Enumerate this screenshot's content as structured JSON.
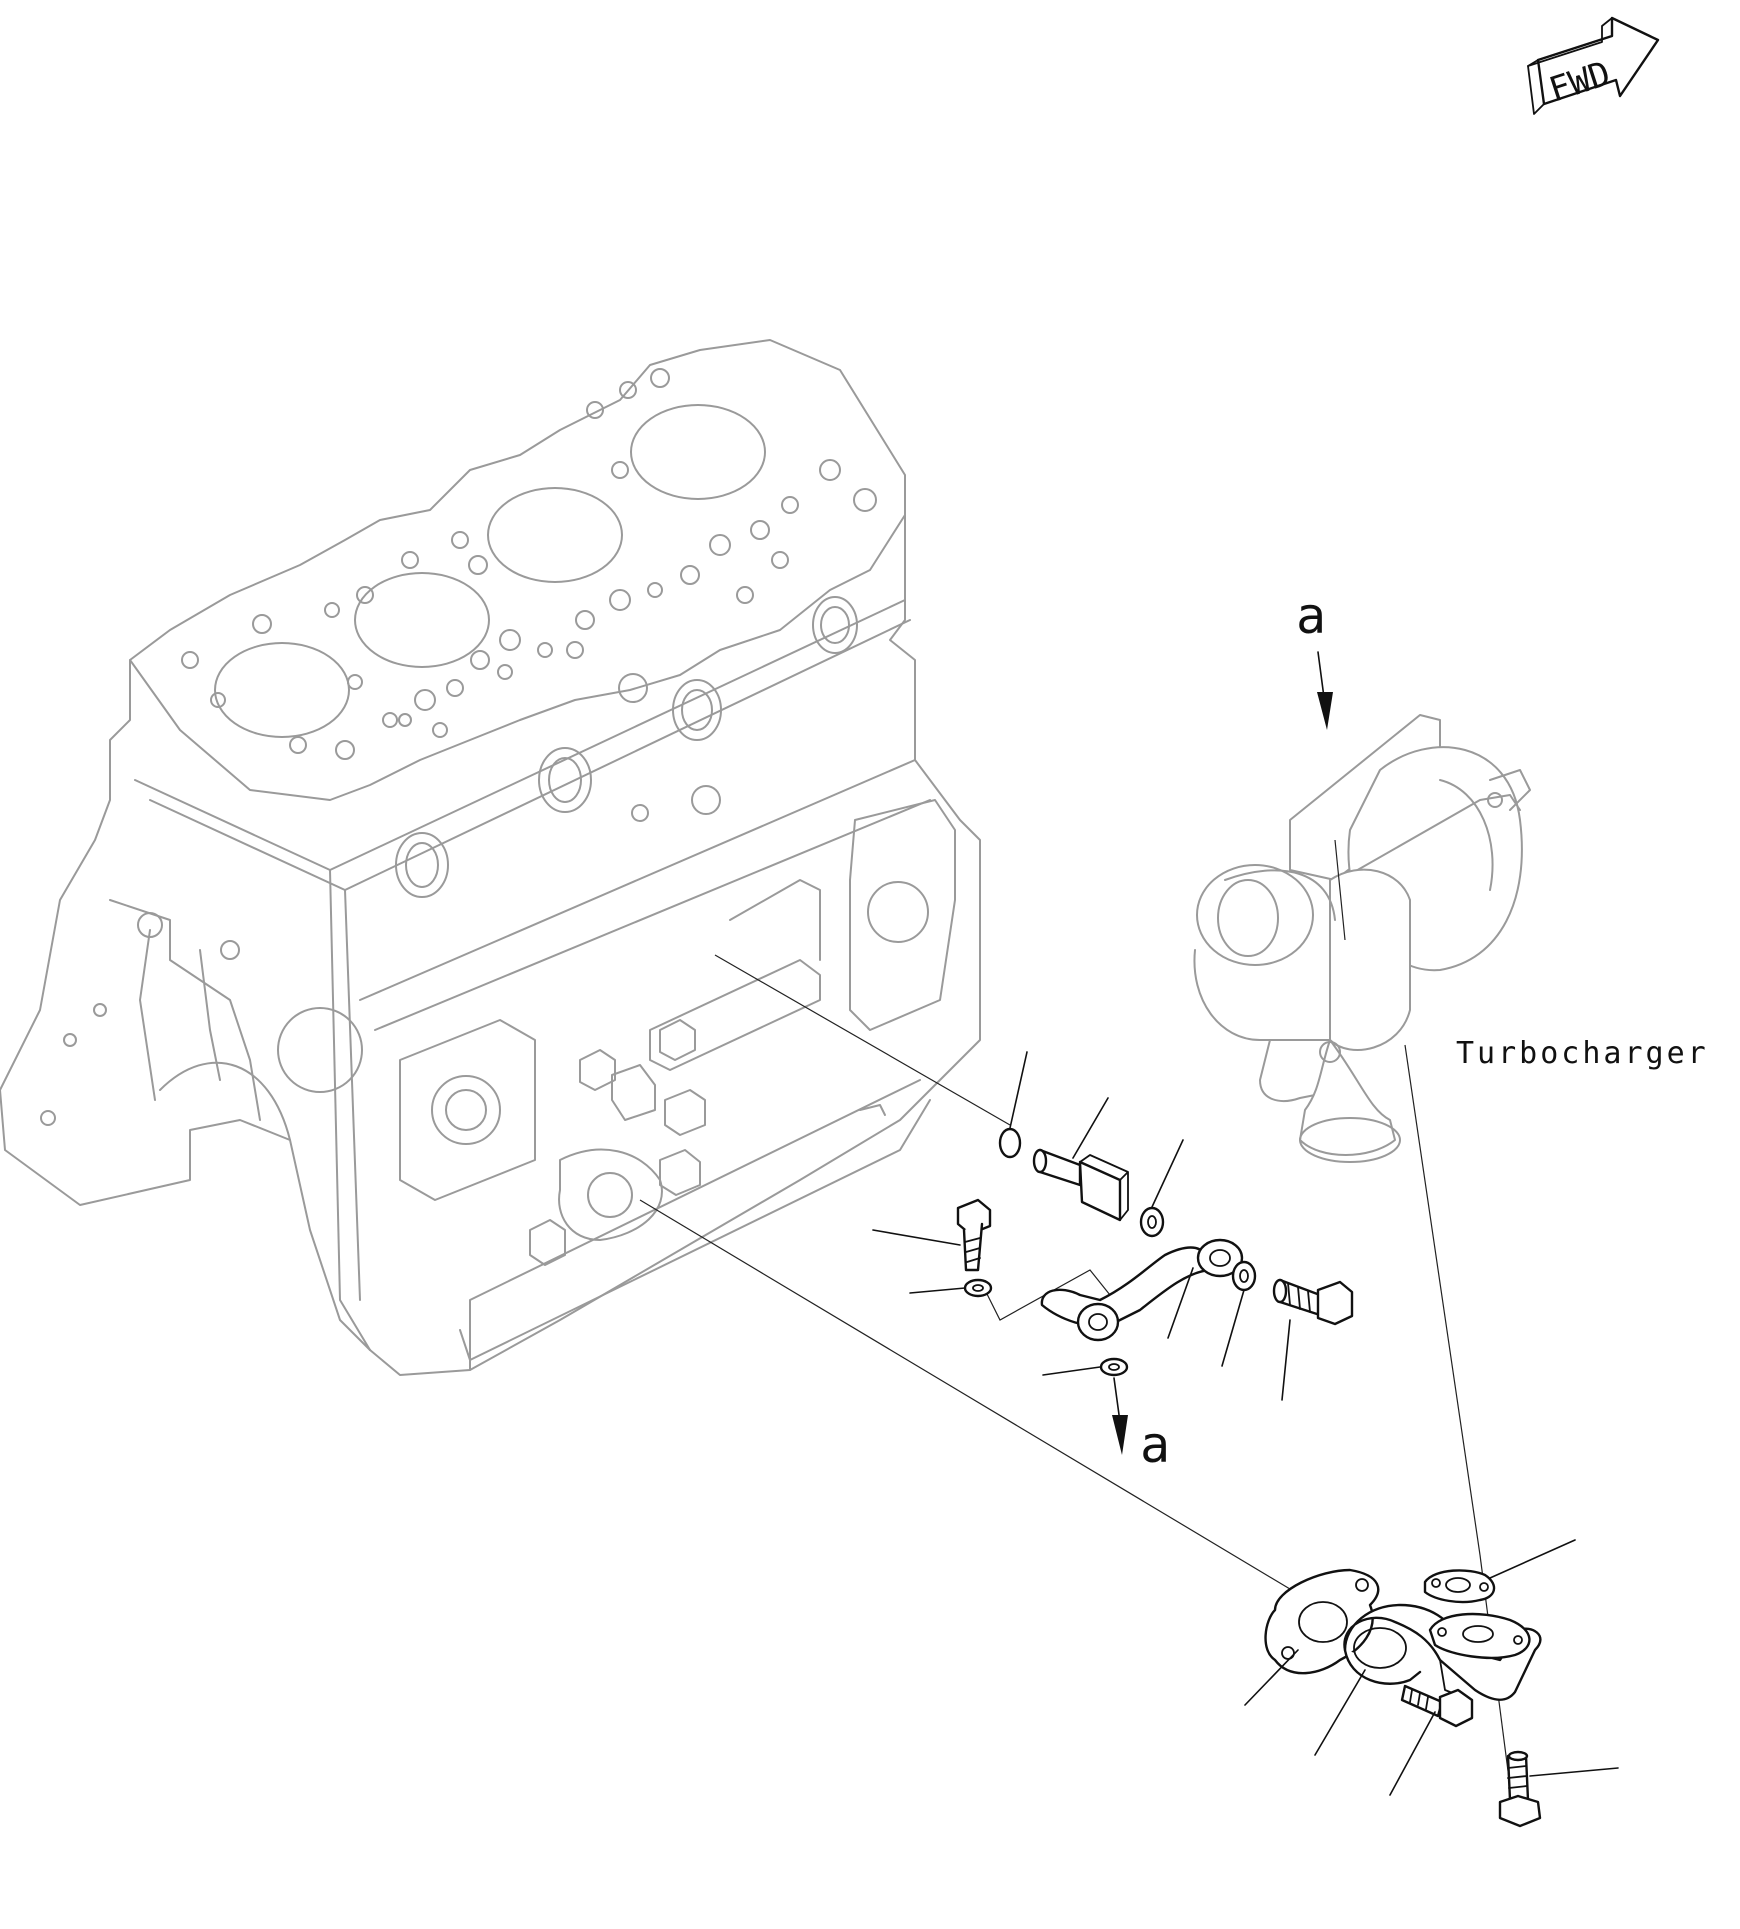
{
  "badge": {
    "direction_label": "FWD"
  },
  "labels": {
    "turbocharger": "Turbocharger"
  },
  "references": {
    "top_marker": "a",
    "bottom_marker": "a"
  }
}
